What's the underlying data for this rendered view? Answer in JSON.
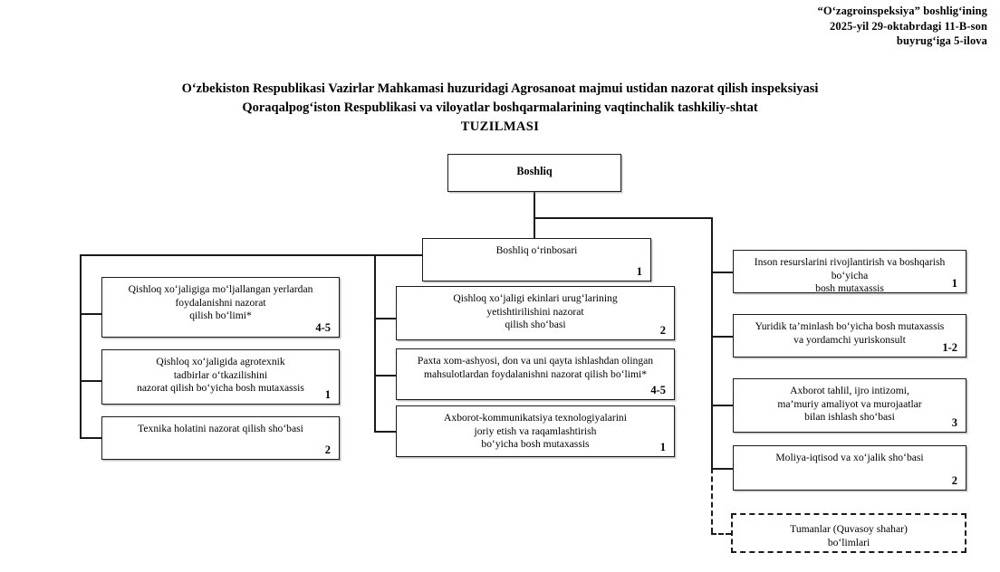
{
  "header_note": {
    "line1": "“O‘zagroinspeksiya” boshlig‘ining",
    "line2": "2025-yil 29-oktabrdagi 11-B-son",
    "line3": "buyrug‘iga 5-ilova"
  },
  "title": {
    "line1": "O‘zbekiston Respublikasi Vazirlar Mahkamasi huzuridagi Agrosanoat majmui ustidan nazorat qilish inspeksiyasi",
    "line2": "Qoraqalpog‘iston Respublikasi va viloyatlar boshqarmalarining vaqtinchalik tashkiliy-shtat",
    "line3": "TUZILMASI"
  },
  "chart": {
    "root": {
      "label": "Boshliq",
      "count": ""
    },
    "deputy": {
      "label": "Boshliq o‘rinbosari",
      "count": "1"
    },
    "left_branch": [
      {
        "label": "Qishloq xo‘jaligiga mo‘ljallangan yerlardan\nfoydalanishni nazorat\nqilish bo‘limi*",
        "count": "4-5"
      },
      {
        "label": "Qishloq xo‘jaligida agrotexnik\ntadbirlar o‘tkazilishini\nnazorat qilish bo‘yicha bosh mutaxassis",
        "count": "1"
      },
      {
        "label": "Texnika holatini nazorat qilish sho‘basi",
        "count": "2"
      }
    ],
    "middle_branch": [
      {
        "label": "Qishloq xo‘jaligi ekinlari urug‘larining\nyetishtirilishini nazorat\nqilish sho‘basi",
        "count": "2"
      },
      {
        "label": "Paxta xom-ashyosi, don va uni qayta ishlashdan olingan\nmahsulotlardan foydalanishni nazorat qilish bo‘limi*",
        "count": "4-5"
      },
      {
        "label": "Axborot-kommunikatsiya texnologiyalarini\njoriy etish va raqamlashtirish\nbo‘yicha bosh mutaxassis",
        "count": "1"
      }
    ],
    "right_branch": [
      {
        "label": "Inson resurslarini rivojlantirish va boshqarish bo‘yicha\nbosh mutaxassis",
        "count": "1"
      },
      {
        "label": "Yuridik ta’minlash bo‘yicha bosh mutaxassis\nva yordamchi yuriskonsult",
        "count": "1-2"
      },
      {
        "label": "Axborot tahlil, ijro intizomi,\nma’muriy amaliyot va murojaatlar\nbilan ishlash sho‘basi",
        "count": "3"
      },
      {
        "label": "Moliya-iqtisod va xo‘jalik sho‘basi",
        "count": "2"
      }
    ],
    "dashed_node": {
      "label": "Tumanlar (Quvasoy shahar)\nbo‘limlari",
      "count": ""
    }
  }
}
